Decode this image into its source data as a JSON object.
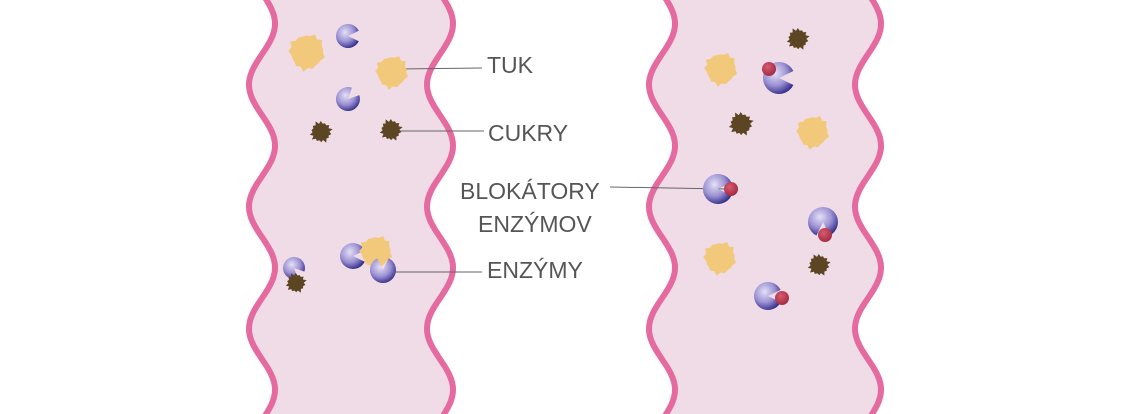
{
  "labels": {
    "fat": "TUK",
    "sugars": "CUKRY",
    "blockers_line1": "BLOKÁTORY",
    "blockers_line2": "ENZÝMOV",
    "enzymes": "ENZÝMY"
  },
  "colors": {
    "vessel_fill": "#efdce6",
    "vessel_wall": "#e46aa0",
    "fat": "#f2c97a",
    "sugar": "#5b4523",
    "enzyme": "#7068b8",
    "blocker": "#b8344c",
    "text": "#555555"
  }
}
